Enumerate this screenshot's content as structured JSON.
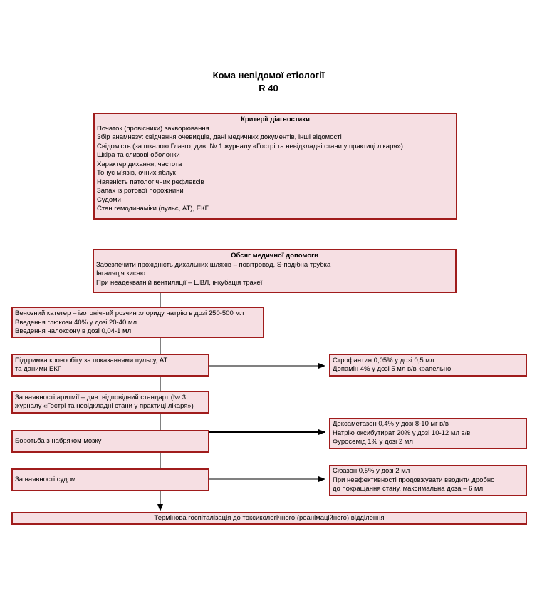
{
  "title": {
    "line1": "Кома невідомої етіології",
    "line2": "R 40"
  },
  "criteria": {
    "header": "Критерії діагностики",
    "items": [
      "Початок (провісники) захворювання",
      "Збір анамнезу: свідчення очевидців, дані медичних документів, інші відомості",
      "Свідомість (за шкалою Глазго, див. № 1 журналу «Гострі та невідкладні стани у практиці лікаря»)",
      "Шкіра та слизові оболонки",
      "Характер дихання, частота",
      "Тонус м’язів, очних яблук",
      "Наявність патологічних рефлексів",
      "Запах із ротової порожнини",
      "Судоми",
      "Стан гемодинаміки (пульс, АТ), ЕКГ"
    ]
  },
  "care": {
    "header": "Обсяг медичної допомоги",
    "items": [
      "Забезпечити прохідність дихальних шляхів – повітровод, S-подібна трубка",
      "Інгаляція кисню",
      "При неадекватній вентиляції – ШВЛ, інкубація трахеї"
    ]
  },
  "steps": {
    "catheter": [
      "Венозний катетер – ізотонічний розчин хлориду натрію в дозі 250-500 мл",
      "Введення глюкози 40% у дозі 20-40 мл",
      "Введення налоксону в дозі 0,04-1 мл"
    ],
    "circulation": [
      "Підтримка кровообігу за показаннями пульсу, АТ",
      "та даними ЕКГ"
    ],
    "arrhythmia": [
      "За наявності аритмії – див. відповідний стандарт (№ 3",
      "журналу «Гострі та невідкладні стани у практиці лікаря»)"
    ],
    "edema": "Боротьба з набряком мозку",
    "seizures": "За наявності судом",
    "hospital": "Термінова госпіталізація до токсикологічного (реанімаційного) відділення"
  },
  "side": {
    "circulation": [
      "Строфантин 0,05% у дозі 0,5 мл",
      "Допамін 4% у дозі 5 мл в/в крапельно"
    ],
    "edema": [
      "Дексаметазон 0,4% у дозі 8-10 мг в/в",
      "Натрію оксибутират 20% у дозі 10-12 мл в/в",
      "Фуросемід 1% у дозі 2 мл"
    ],
    "seizures": [
      "Сібазон 0,5% у дозі 2 мл",
      "При неефективності продовжувати вводити дробно",
      "до покращання стану, максимальна доза – 6 мл"
    ]
  },
  "colors": {
    "box_fill": "#f6dfe3",
    "box_border": "#a01c1c",
    "connector": "#000000"
  }
}
